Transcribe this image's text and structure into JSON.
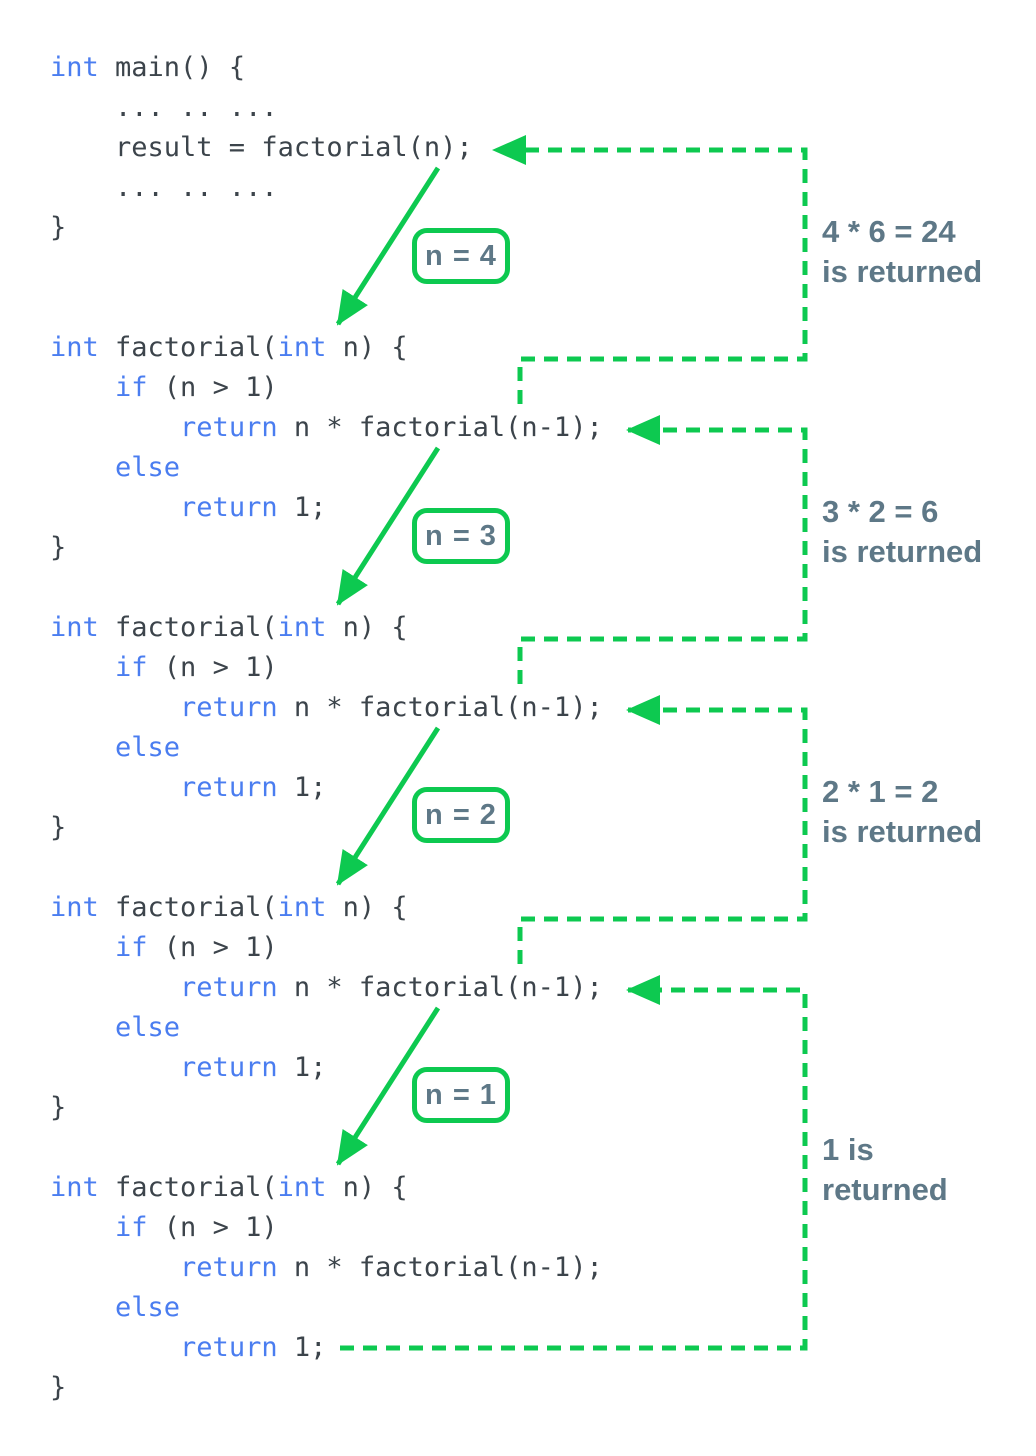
{
  "colors": {
    "green": "#0dc950",
    "slate": "#5e7887",
    "code_text": "#3c444b",
    "keyword_blue": "#4a7df0",
    "background": "#ffffff"
  },
  "code_blocks": [
    {
      "name": "main-function",
      "lines": [
        [
          {
            "s": "int",
            "c": "kw"
          },
          {
            "s": " main() {"
          }
        ],
        [
          {
            "s": "    ... .. ..."
          }
        ],
        [
          {
            "s": "    result = factorial(n);"
          }
        ],
        [
          {
            "s": "    ... .. ..."
          }
        ],
        [
          {
            "s": "}"
          }
        ]
      ]
    },
    {
      "name": "factorial-call-n4",
      "lines": [
        [
          {
            "s": "int",
            "c": "kw"
          },
          {
            "s": " factorial("
          },
          {
            "s": "int",
            "c": "kw"
          },
          {
            "s": " n) {"
          }
        ],
        [
          {
            "s": "    "
          },
          {
            "s": "if",
            "c": "kw"
          },
          {
            "s": " (n > 1)"
          }
        ],
        [
          {
            "s": "        "
          },
          {
            "s": "return",
            "c": "kw"
          },
          {
            "s": " n * factorial(n-1);"
          }
        ],
        [
          {
            "s": "    "
          },
          {
            "s": "else",
            "c": "kw"
          }
        ],
        [
          {
            "s": "        "
          },
          {
            "s": "return",
            "c": "kw"
          },
          {
            "s": " 1;"
          }
        ],
        [
          {
            "s": "}"
          }
        ]
      ]
    },
    {
      "name": "factorial-call-n3",
      "lines": [
        [
          {
            "s": "int",
            "c": "kw"
          },
          {
            "s": " factorial("
          },
          {
            "s": "int",
            "c": "kw"
          },
          {
            "s": " n) {"
          }
        ],
        [
          {
            "s": "    "
          },
          {
            "s": "if",
            "c": "kw"
          },
          {
            "s": " (n > 1)"
          }
        ],
        [
          {
            "s": "        "
          },
          {
            "s": "return",
            "c": "kw"
          },
          {
            "s": " n * factorial(n-1);"
          }
        ],
        [
          {
            "s": "    "
          },
          {
            "s": "else",
            "c": "kw"
          }
        ],
        [
          {
            "s": "        "
          },
          {
            "s": "return",
            "c": "kw"
          },
          {
            "s": " 1;"
          }
        ],
        [
          {
            "s": "}"
          }
        ]
      ]
    },
    {
      "name": "factorial-call-n2",
      "lines": [
        [
          {
            "s": "int",
            "c": "kw"
          },
          {
            "s": " factorial("
          },
          {
            "s": "int",
            "c": "kw"
          },
          {
            "s": " n) {"
          }
        ],
        [
          {
            "s": "    "
          },
          {
            "s": "if",
            "c": "kw"
          },
          {
            "s": " (n > 1)"
          }
        ],
        [
          {
            "s": "        "
          },
          {
            "s": "return",
            "c": "kw"
          },
          {
            "s": " n * factorial(n-1);"
          }
        ],
        [
          {
            "s": "    "
          },
          {
            "s": "else",
            "c": "kw"
          }
        ],
        [
          {
            "s": "        "
          },
          {
            "s": "return",
            "c": "kw"
          },
          {
            "s": " 1;"
          }
        ],
        [
          {
            "s": "}"
          }
        ]
      ]
    },
    {
      "name": "factorial-call-n1",
      "lines": [
        [
          {
            "s": "int",
            "c": "kw"
          },
          {
            "s": " factorial("
          },
          {
            "s": "int",
            "c": "kw"
          },
          {
            "s": " n) {"
          }
        ],
        [
          {
            "s": "    "
          },
          {
            "s": "if",
            "c": "kw"
          },
          {
            "s": " (n > 1)"
          }
        ],
        [
          {
            "s": "        "
          },
          {
            "s": "return",
            "c": "kw"
          },
          {
            "s": " n * factorial(n-1);"
          }
        ],
        [
          {
            "s": "    "
          },
          {
            "s": "else",
            "c": "kw"
          }
        ],
        [
          {
            "s": "        "
          },
          {
            "s": "return",
            "c": "kw"
          },
          {
            "s": " 1;"
          }
        ],
        [
          {
            "s": "}"
          }
        ]
      ]
    }
  ],
  "call_boxes": [
    {
      "label": "n = 4"
    },
    {
      "label": "n = 3"
    },
    {
      "label": "n = 2"
    },
    {
      "label": "n = 1"
    }
  ],
  "return_labels": [
    {
      "line1": "4 * 6 = 24",
      "line2": "is returned"
    },
    {
      "line1": "3 * 2 = 6",
      "line2": "is returned"
    },
    {
      "line1": "2 * 1 = 2",
      "line2": "is returned"
    },
    {
      "line1": "1 is",
      "line2": "returned"
    }
  ]
}
